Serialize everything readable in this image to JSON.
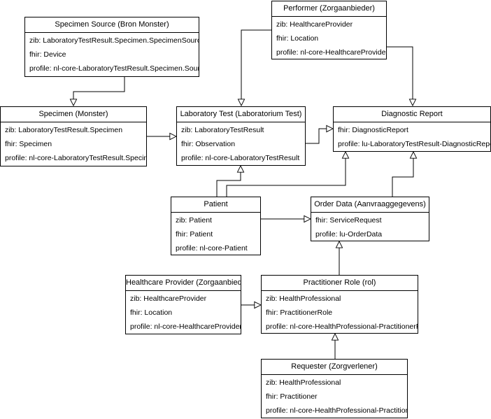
{
  "boxes": {
    "specimen_source": {
      "title": "Specimen Source (Bron Monster)",
      "rows": [
        "zib: LaboratoryTestResult.Specimen.SpecimenSource",
        "fhir: Device",
        "profile: nl-core-LaboratoryTestResult.Specimen.Source"
      ]
    },
    "performer": {
      "title": "Performer (Zorgaanbieder)",
      "rows": [
        "zib: HealthcareProvider",
        "fhir: Location",
        "profile: nl-core-HealthcareProvider"
      ]
    },
    "specimen": {
      "title": "Specimen (Monster)",
      "rows": [
        "zib: LaboratoryTestResult.Specimen",
        "fhir: Specimen",
        "profile: nl-core-LaboratoryTestResult.Specimen"
      ]
    },
    "laboratory_test": {
      "title": "Laboratory Test (Laboratorium Test)",
      "rows": [
        "zib: LaboratoryTestResult",
        "fhir: Observation",
        "profile: nl-core-LaboratoryTestResult"
      ]
    },
    "diagnostic_report": {
      "title": "Diagnostic Report",
      "rows": [
        "fhir: DiagnosticReport",
        "profile: lu-LaboratoryTestResult-DiagnosticReport"
      ]
    },
    "patient": {
      "title": "Patient",
      "rows": [
        "zib: Patient",
        "fhir: Patient",
        "profile: nl-core-Patient"
      ]
    },
    "order_data": {
      "title": "Order Data (Aanvraaggegevens)",
      "rows": [
        "fhir: ServiceRequest",
        "profile: lu-OrderData"
      ]
    },
    "healthcare_provider": {
      "title": "Healthcare Provider (Zorgaanbieder)",
      "rows": [
        "zib: HealthcareProvider",
        "fhir: Location",
        "profile: nl-core-HealthcareProvider"
      ]
    },
    "practitioner_role": {
      "title": "Practitioner Role (rol)",
      "rows": [
        "zib: HealthProfessional",
        "fhir: PractitionerRole",
        "profile: nl-core-HealthProfessional-PractitionerRole"
      ]
    },
    "requester": {
      "title": "Requester (Zorgverlener)",
      "rows": [
        "zib: HealthProfessional",
        "fhir: Practitioner",
        "profile: nl-core-HealthProfessional-Practitioner"
      ]
    }
  }
}
